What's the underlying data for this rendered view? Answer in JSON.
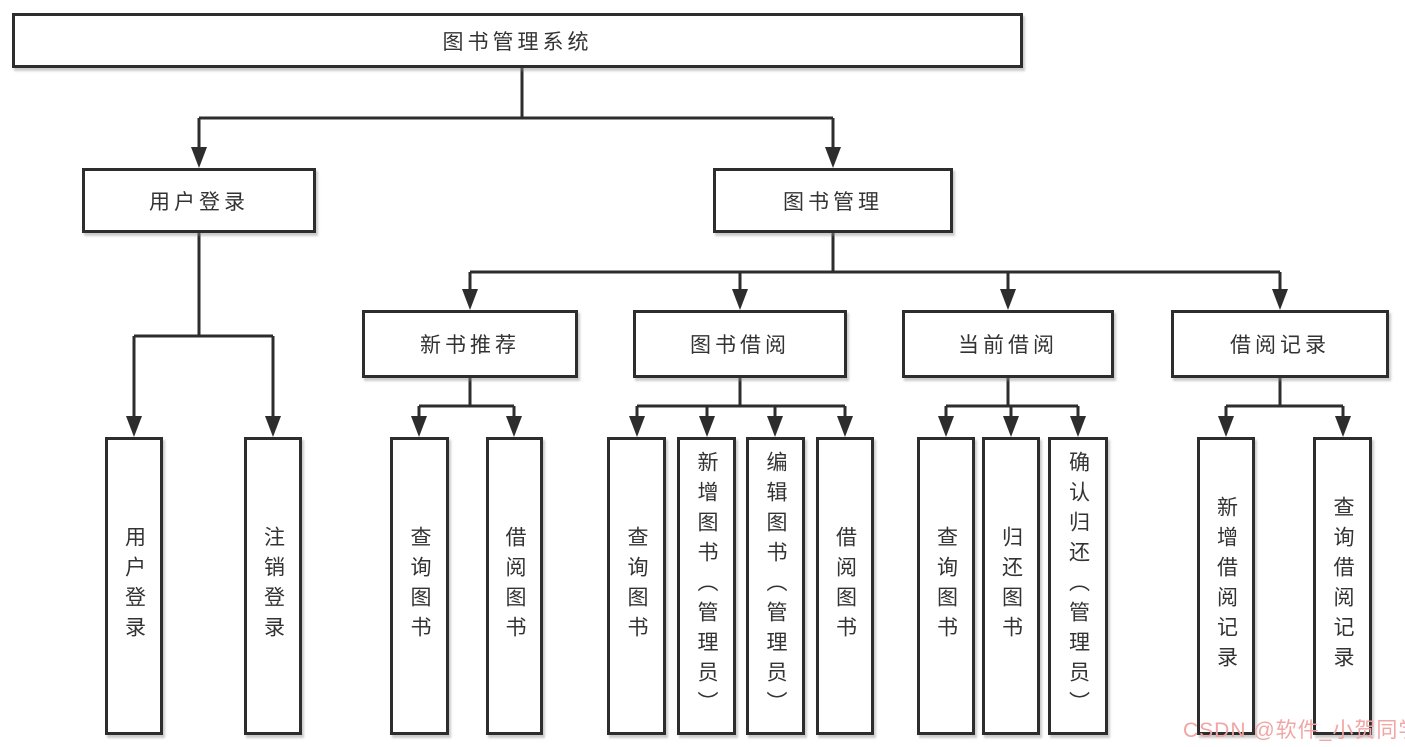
{
  "tree": {
    "root": {
      "label": "图书管理系统"
    },
    "branches": [
      {
        "label": "用户登录",
        "leaves": [
          {
            "label": "用户登录"
          },
          {
            "label": "注销登录"
          }
        ]
      },
      {
        "label": "图书管理",
        "groups": [
          {
            "label": "新书推荐",
            "leaves": [
              {
                "label": "查询图书"
              },
              {
                "label": "借阅图书"
              }
            ]
          },
          {
            "label": "图书借阅",
            "leaves": [
              {
                "label": "查询图书"
              },
              {
                "label": "新增图书（管理员）"
              },
              {
                "label": "编辑图书（管理员）"
              },
              {
                "label": "借阅图书"
              }
            ]
          },
          {
            "label": "当前借阅",
            "leaves": [
              {
                "label": "查询图书"
              },
              {
                "label": "归还图书"
              },
              {
                "label": "确认归还（管理员）"
              }
            ]
          },
          {
            "label": "借阅记录",
            "leaves": [
              {
                "label": "新增借阅记录"
              },
              {
                "label": "查询借阅记录"
              }
            ]
          }
        ]
      }
    ]
  },
  "watermark": {
    "text": "CSDN @软件_小贺同学"
  },
  "colors": {
    "line": "#2d2d2d",
    "text": "#333333",
    "background": "#ffffff",
    "watermark": "#f0a6a4"
  }
}
